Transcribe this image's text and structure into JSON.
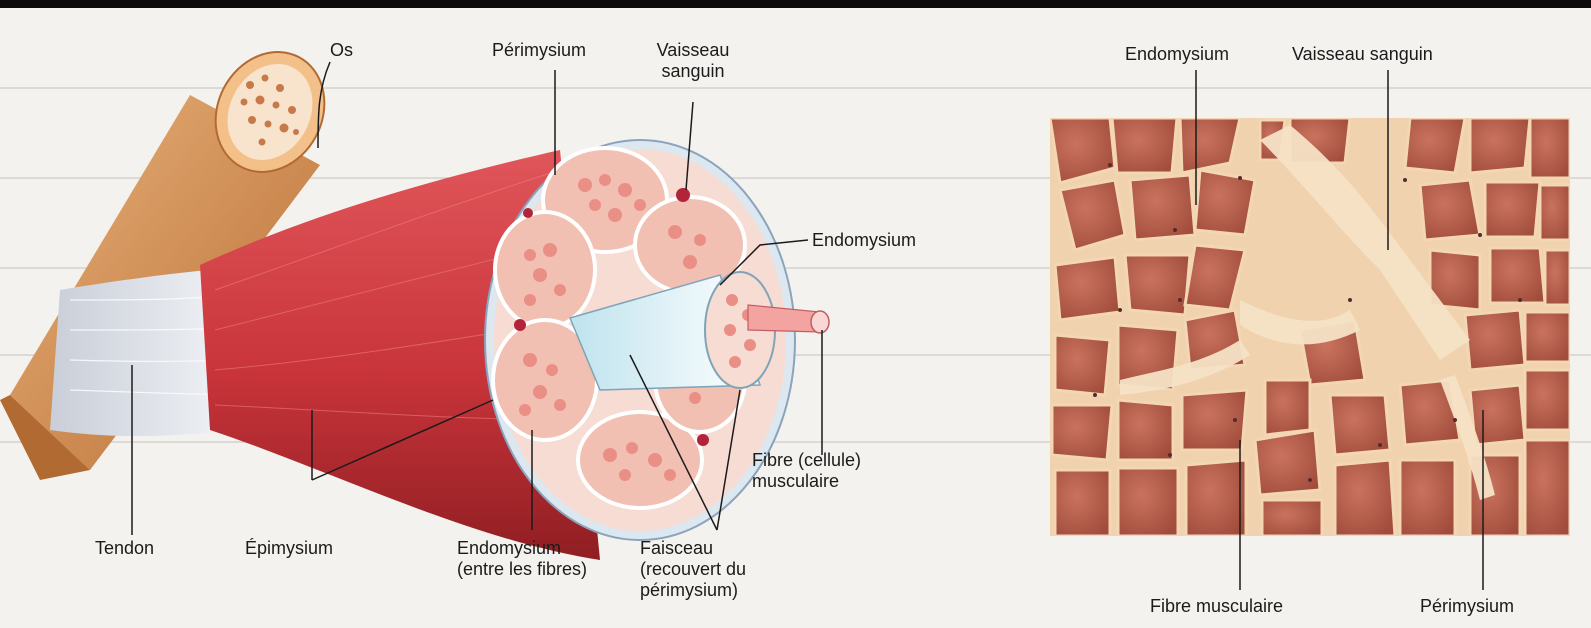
{
  "colors": {
    "muscle": "#c8343a",
    "muscle_dark": "#8f1e22",
    "bone": "#d9955a",
    "tendon": "#dfe3ea",
    "fascicle_fill": "#f2c0b2",
    "fiber": "#e98f86",
    "micrograph": "#b75e4d",
    "micro_gap": "#f3d6b4"
  },
  "diagram": {
    "labels": {
      "os": "Os",
      "perimysium_top": "Périmysium",
      "vaisseau_left": "Vaisseau sanguin",
      "endomysium_right": "Endomysium",
      "fibre": "Fibre (cellule) musculaire",
      "tendon": "Tendon",
      "epimysium": "Épimysium",
      "endomysium_bottom": "Endomysium (entre les fibres)",
      "faisceau": "Faisceau (recouvert du périmysium)"
    }
  },
  "micrograph": {
    "labels": {
      "endomysium": "Endomysium",
      "vaisseau": "Vaisseau sanguin",
      "fibre": "Fibre musculaire",
      "perimysium": "Périmysium"
    }
  }
}
